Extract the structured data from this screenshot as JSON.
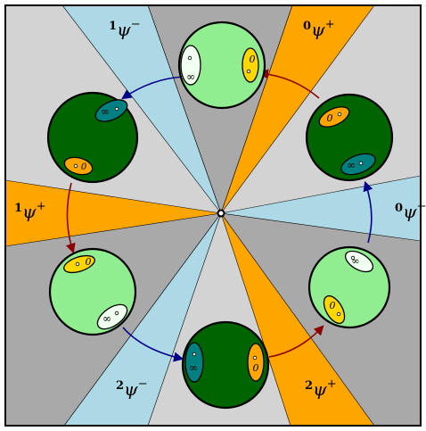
{
  "colors": {
    "light_gray": "#d3d3d3",
    "dark_gray": "#a9a9a9",
    "orange": "#ffa500",
    "light_blue": "#add8e6",
    "light_green": "#90ee90",
    "dark_green": "#006400",
    "teal": "#008080",
    "yellow": "#ffd700",
    "white_oval": "#f0fff0",
    "red_arrow": "#8b0000",
    "blue_arrow": "#00008b"
  },
  "sector_labels": [
    {
      "id": "psi-minus-1",
      "index": "1",
      "sign": "−"
    },
    {
      "id": "psi-plus-0",
      "index": "0",
      "sign": "+"
    },
    {
      "id": "psi-plus-1",
      "index": "1",
      "sign": "+"
    },
    {
      "id": "psi-minus-0",
      "index": "0",
      "sign": "−"
    },
    {
      "id": "psi-minus-2",
      "index": "2",
      "sign": "−"
    },
    {
      "id": "psi-plus-2",
      "index": "2",
      "sign": "+"
    }
  ],
  "symbols": {
    "psi": "ψ",
    "zero": "0",
    "infinity": "∞"
  },
  "spheres": [
    {
      "id": "top",
      "fill": "light_green",
      "left_oval": "white_oval",
      "left_mark": "∞",
      "right_oval": "yellow",
      "right_mark": "0"
    },
    {
      "id": "upper-left",
      "fill": "dark_green",
      "oval_a": "teal",
      "mark_a": "∞",
      "oval_b": "orange",
      "mark_b": "0"
    },
    {
      "id": "upper-right",
      "fill": "dark_green",
      "oval_a": "orange",
      "mark_a": "0",
      "oval_b": "teal",
      "mark_b": "∞"
    },
    {
      "id": "lower-left",
      "fill": "light_green",
      "oval_a": "yellow",
      "mark_a": "0",
      "oval_b": "white_oval",
      "mark_b": "∞"
    },
    {
      "id": "lower-right",
      "fill": "light_green",
      "oval_a": "white_oval",
      "mark_a": "∞",
      "oval_b": "yellow",
      "mark_b": "0"
    },
    {
      "id": "bottom",
      "fill": "dark_green",
      "left_oval": "teal",
      "left_mark": "∞",
      "right_oval": "orange",
      "right_mark": "0"
    }
  ],
  "arrows": [
    {
      "from": "top",
      "to": "upper-left",
      "color": "blue_arrow"
    },
    {
      "from": "upper-right",
      "to": "top",
      "color": "red_arrow"
    },
    {
      "from": "upper-left",
      "to": "lower-left",
      "color": "red_arrow"
    },
    {
      "from": "lower-right",
      "to": "upper-right",
      "color": "blue_arrow"
    },
    {
      "from": "lower-left",
      "to": "bottom",
      "color": "blue_arrow"
    },
    {
      "from": "bottom",
      "to": "lower-right",
      "color": "red_arrow"
    }
  ]
}
